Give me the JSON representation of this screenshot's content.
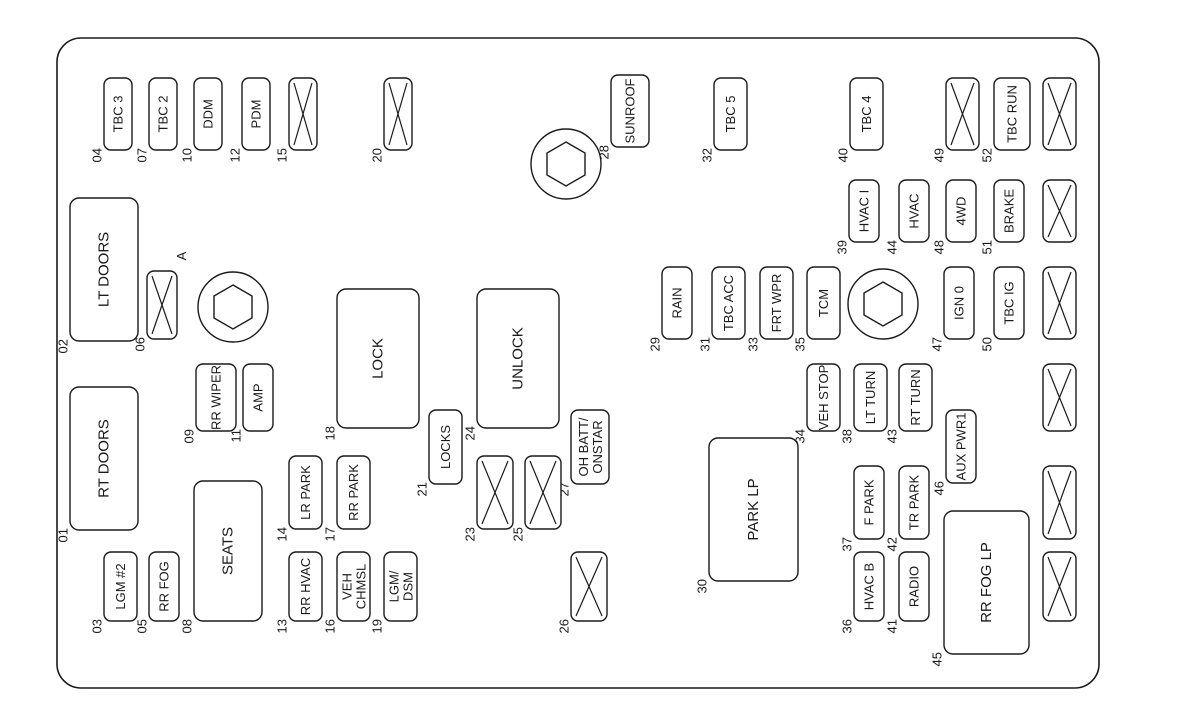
{
  "diagram": {
    "marker_a": "A",
    "fuses": [
      {
        "num": "04",
        "label": "TBC 3"
      },
      {
        "num": "07",
        "label": "TBC 2"
      },
      {
        "num": "10",
        "label": "DDM"
      },
      {
        "num": "12",
        "label": "PDM"
      },
      {
        "num": "15",
        "label": ""
      },
      {
        "num": "20",
        "label": ""
      },
      {
        "num": "28",
        "label": "SUNROOF"
      },
      {
        "num": "32",
        "label": "TBC 5"
      },
      {
        "num": "40",
        "label": "TBC 4"
      },
      {
        "num": "49",
        "label": ""
      },
      {
        "num": "52",
        "label": "TBC RUN"
      },
      {
        "num": "02",
        "label": "LT DOORS"
      },
      {
        "num": "06",
        "label": ""
      },
      {
        "num": "39",
        "label": "HVAC I"
      },
      {
        "num": "44",
        "label": "HVAC"
      },
      {
        "num": "48",
        "label": "4WD"
      },
      {
        "num": "51",
        "label": "BRAKE"
      },
      {
        "num": "29",
        "label": "RAIN"
      },
      {
        "num": "31",
        "label": "TBC ACC"
      },
      {
        "num": "33",
        "label": "FRT WPR"
      },
      {
        "num": "35",
        "label": "TCM"
      },
      {
        "num": "47",
        "label": "IGN 0"
      },
      {
        "num": "50",
        "label": "TBC IG"
      },
      {
        "num": "09",
        "label": "RR WIPER"
      },
      {
        "num": "11",
        "label": "AMP"
      },
      {
        "num": "18",
        "label": "LOCK"
      },
      {
        "num": "24",
        "label": "UNLOCK"
      },
      {
        "num": "21",
        "label": "LOCKS"
      },
      {
        "num": "27",
        "label": "OH BATT/ ONSTAR"
      },
      {
        "num": "34",
        "label": "VEH STOP"
      },
      {
        "num": "38",
        "label": "LT TURN"
      },
      {
        "num": "43",
        "label": "RT TURN"
      },
      {
        "num": "46",
        "label": "AUX PWR1"
      },
      {
        "num": "01",
        "label": "RT DOORS"
      },
      {
        "num": "14",
        "label": "LR PARK"
      },
      {
        "num": "17",
        "label": "RR PARK"
      },
      {
        "num": "23",
        "label": ""
      },
      {
        "num": "25",
        "label": ""
      },
      {
        "num": "30",
        "label": "PARK LP"
      },
      {
        "num": "37",
        "label": "F PARK"
      },
      {
        "num": "42",
        "label": "TR PARK"
      },
      {
        "num": "08",
        "label": "SEATS"
      },
      {
        "num": "45",
        "label": "RR FOG LP"
      },
      {
        "num": "03",
        "label": "LGM #2"
      },
      {
        "num": "05",
        "label": "RR FOG"
      },
      {
        "num": "13",
        "label": "RR HVAC"
      },
      {
        "num": "16",
        "label": "VEH CHMSL"
      },
      {
        "num": "19",
        "label": "LGM/ DSM"
      },
      {
        "num": "26",
        "label": ""
      },
      {
        "num": "36",
        "label": "HVAC B"
      },
      {
        "num": "41",
        "label": "RADIO"
      }
    ]
  }
}
